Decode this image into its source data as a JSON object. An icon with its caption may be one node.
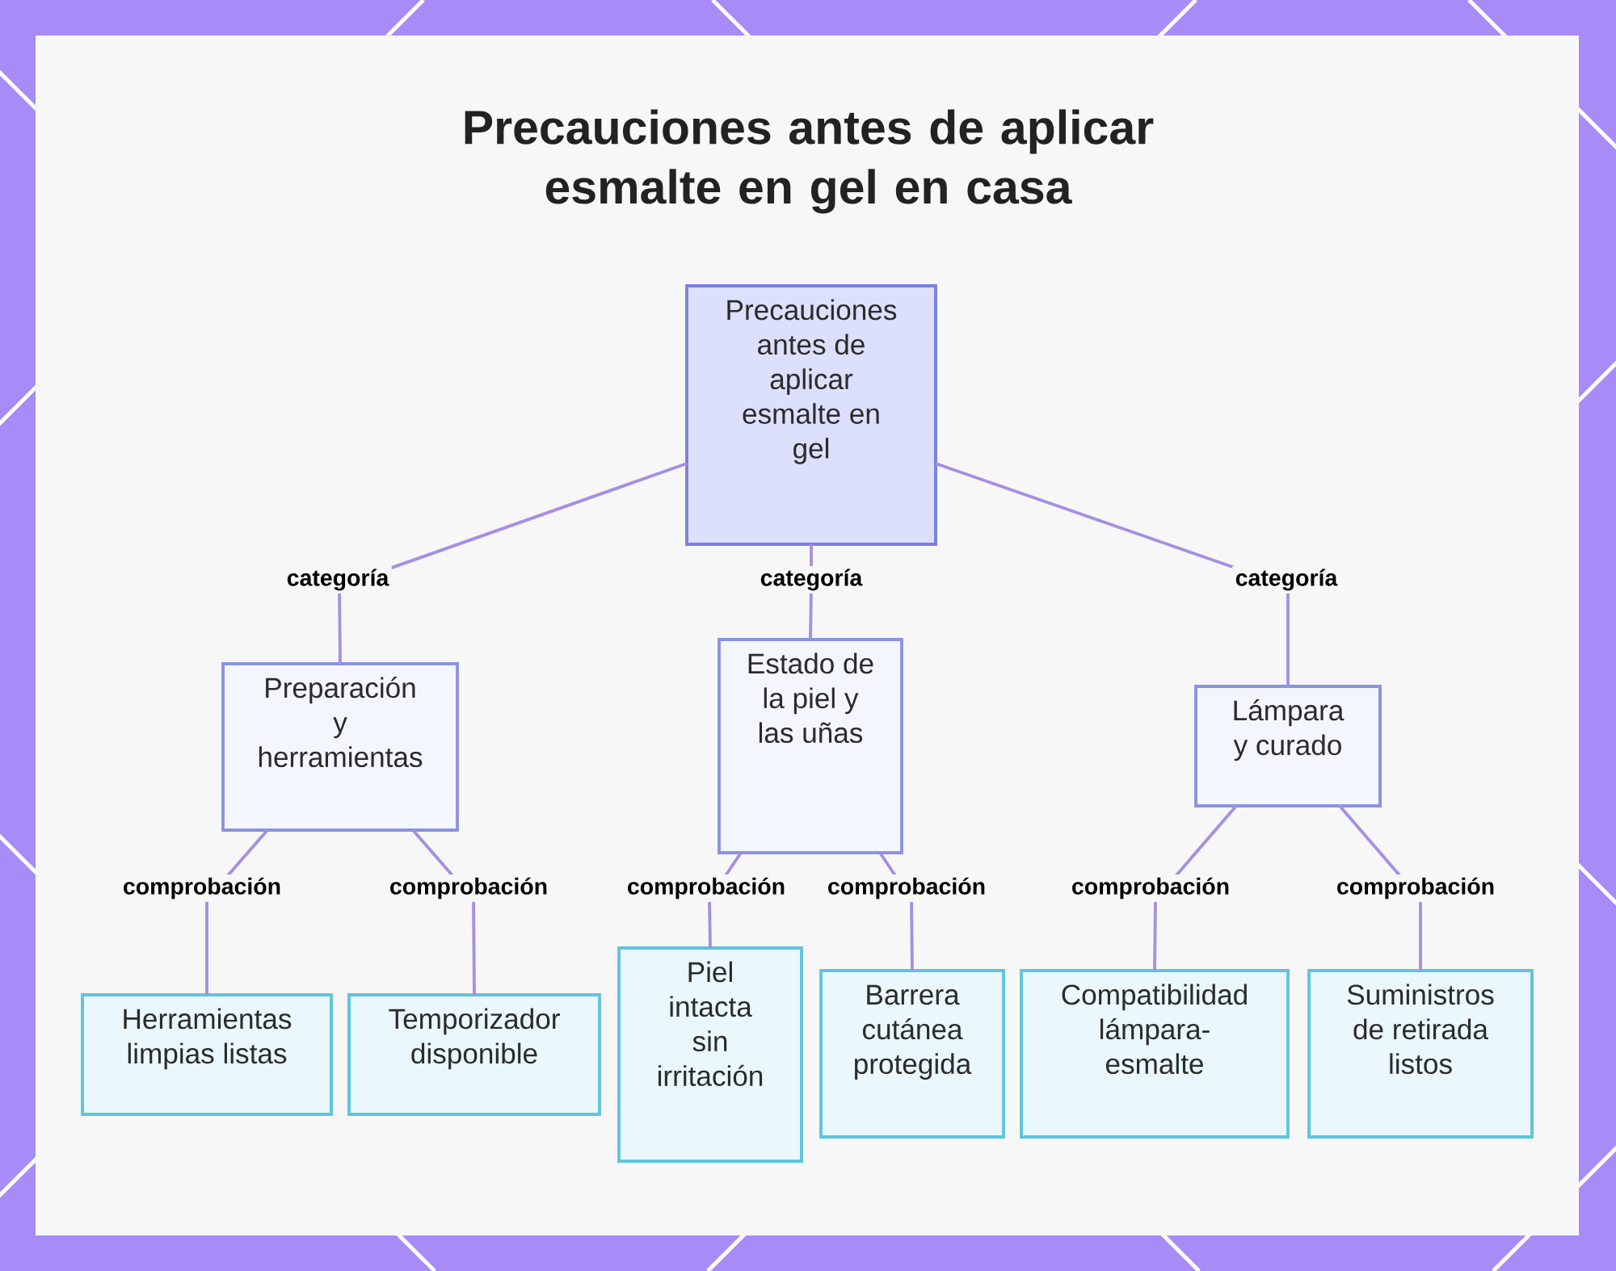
{
  "diagram": {
    "title": "Precauciones antes de aplicar esmalte en gel en casa",
    "nodes": [
      {
        "text": [
          "Precauciones antes de aplicar esmalte en gel"
        ]
      },
      {
        "text": [
          "Preparación y herramientas"
        ]
      },
      {
        "text": [
          "Estado de la piel y las uñas"
        ]
      },
      {
        "text": [
          "Lámpara y curado"
        ]
      },
      {
        "text": [
          "Herramientas limpias listas"
        ]
      },
      {
        "text": [
          "Temporizador disponible"
        ]
      },
      {
        "text": [
          "Piel intacta sin irritación"
        ]
      },
      {
        "text": [
          "Barrera cutánea protegida"
        ]
      },
      {
        "text": [
          "Compatibilidad lámpara-esmalte"
        ]
      },
      {
        "text": [
          "Suministros de retirada listos"
        ]
      }
    ],
    "edges": [
      {
        "from": 0,
        "to": 1,
        "arrow": "none",
        "label": "categoría"
      },
      {
        "from": 0,
        "to": 2,
        "arrow": "none",
        "label": "categoría"
      },
      {
        "from": 0,
        "to": 3,
        "arrow": "none",
        "label": "categoría"
      },
      {
        "from": 1,
        "to": 4,
        "arrow": "none",
        "label": "comprobación"
      },
      {
        "from": 1,
        "to": 5,
        "arrow": "none",
        "label": "comprobación"
      },
      {
        "from": 2,
        "to": 6,
        "arrow": "none",
        "label": "comprobación"
      },
      {
        "from": 2,
        "to": 7,
        "arrow": "none",
        "label": "comprobación"
      },
      {
        "from": 3,
        "to": 8,
        "arrow": "none",
        "label": "comprobación"
      },
      {
        "from": 3,
        "to": 9,
        "arrow": "none",
        "label": "comprobación"
      }
    ]
  }
}
